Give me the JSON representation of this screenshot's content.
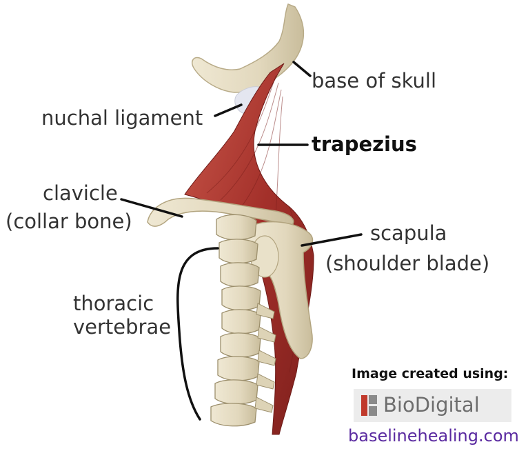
{
  "labels": {
    "base_of_skull": "base of skull",
    "nuchal_ligament": "nuchal ligament",
    "trapezius": "trapezius",
    "clavicle_line1": "clavicle",
    "clavicle_line2": "(collar bone)",
    "scapula_line1": "scapula",
    "scapula_line2": "(shoulder blade)",
    "thoracic_line1": "thoracic",
    "thoracic_line2": "vertebrae"
  },
  "credit": {
    "caption": "Image created using:",
    "logo_text": "BioDigital",
    "website": "baselinehealing.com"
  },
  "colors": {
    "bone": "#e8e0c8",
    "muscle": "#b23a2e",
    "leader_line": "#111111",
    "website": "#5a2aa0"
  }
}
